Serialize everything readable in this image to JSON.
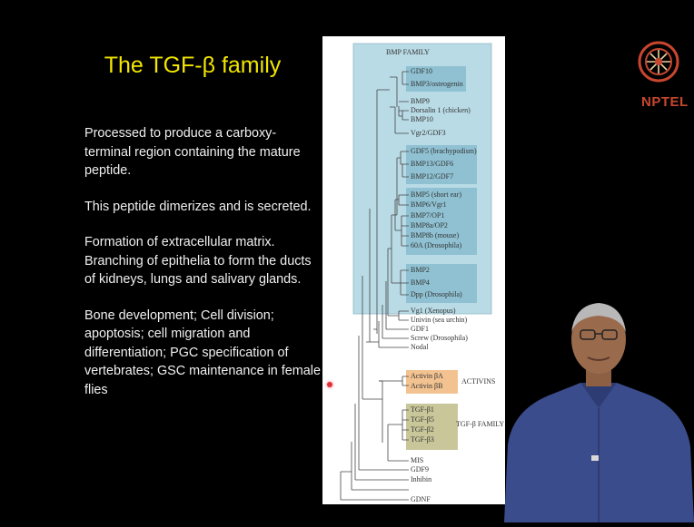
{
  "slide": {
    "title": "The TGF-β family",
    "bullets": [
      "Processed to produce a carboxy-terminal region containing the mature peptide.",
      "This peptide dimerizes and is secreted.",
      "Formation of extracellular matrix. Branching of epithelia to form the ducts of kidneys, lungs and salivary glands.",
      "Bone development; Cell division; apoptosis; cell migration and differentiation; PGC specification of vertebrates; GSC maintenance in female flies"
    ]
  },
  "figure": {
    "group_labels": {
      "bmp": "BMP FAMILY",
      "activins": "ACTIVINS",
      "tgfb": "TGF-β FAMILY"
    },
    "leaves": [
      "GDF10",
      "BMP3/osteogenin",
      "BMP9",
      "Dorsalin 1 (chicken)",
      "BMP10",
      "Vgr2/GDF3",
      "GDF5 (brachypodism)",
      "BMP13/GDF6",
      "BMP12/GDF7",
      "BMP5 (short ear)",
      "BMP6/Vgr1",
      "BMP7/OP1",
      "BMP8a/OP2",
      "BMP8b (mouse)",
      "60A (Drosophila)",
      "BMP2",
      "BMP4",
      "Dpp (Drosophila)",
      "Vg1 (Xenopus)",
      "Univin (sea urchin)",
      "GDF1",
      "Screw (Drosophila)",
      "Nodal",
      "Activin βA",
      "Activin βB",
      "TGF-β1",
      "TGF-β5",
      "TGF-β2",
      "TGF-β3",
      "MIS",
      "GDF9",
      "Inhibin",
      "GDNF"
    ]
  },
  "logo": {
    "text": "NPTEL"
  },
  "colors": {
    "title": "#f2e600",
    "bmp_box": "#b9dbe6",
    "activin_box": "#f3c291",
    "tgf_box": "#c9c79a",
    "logo": "#c8462f"
  }
}
